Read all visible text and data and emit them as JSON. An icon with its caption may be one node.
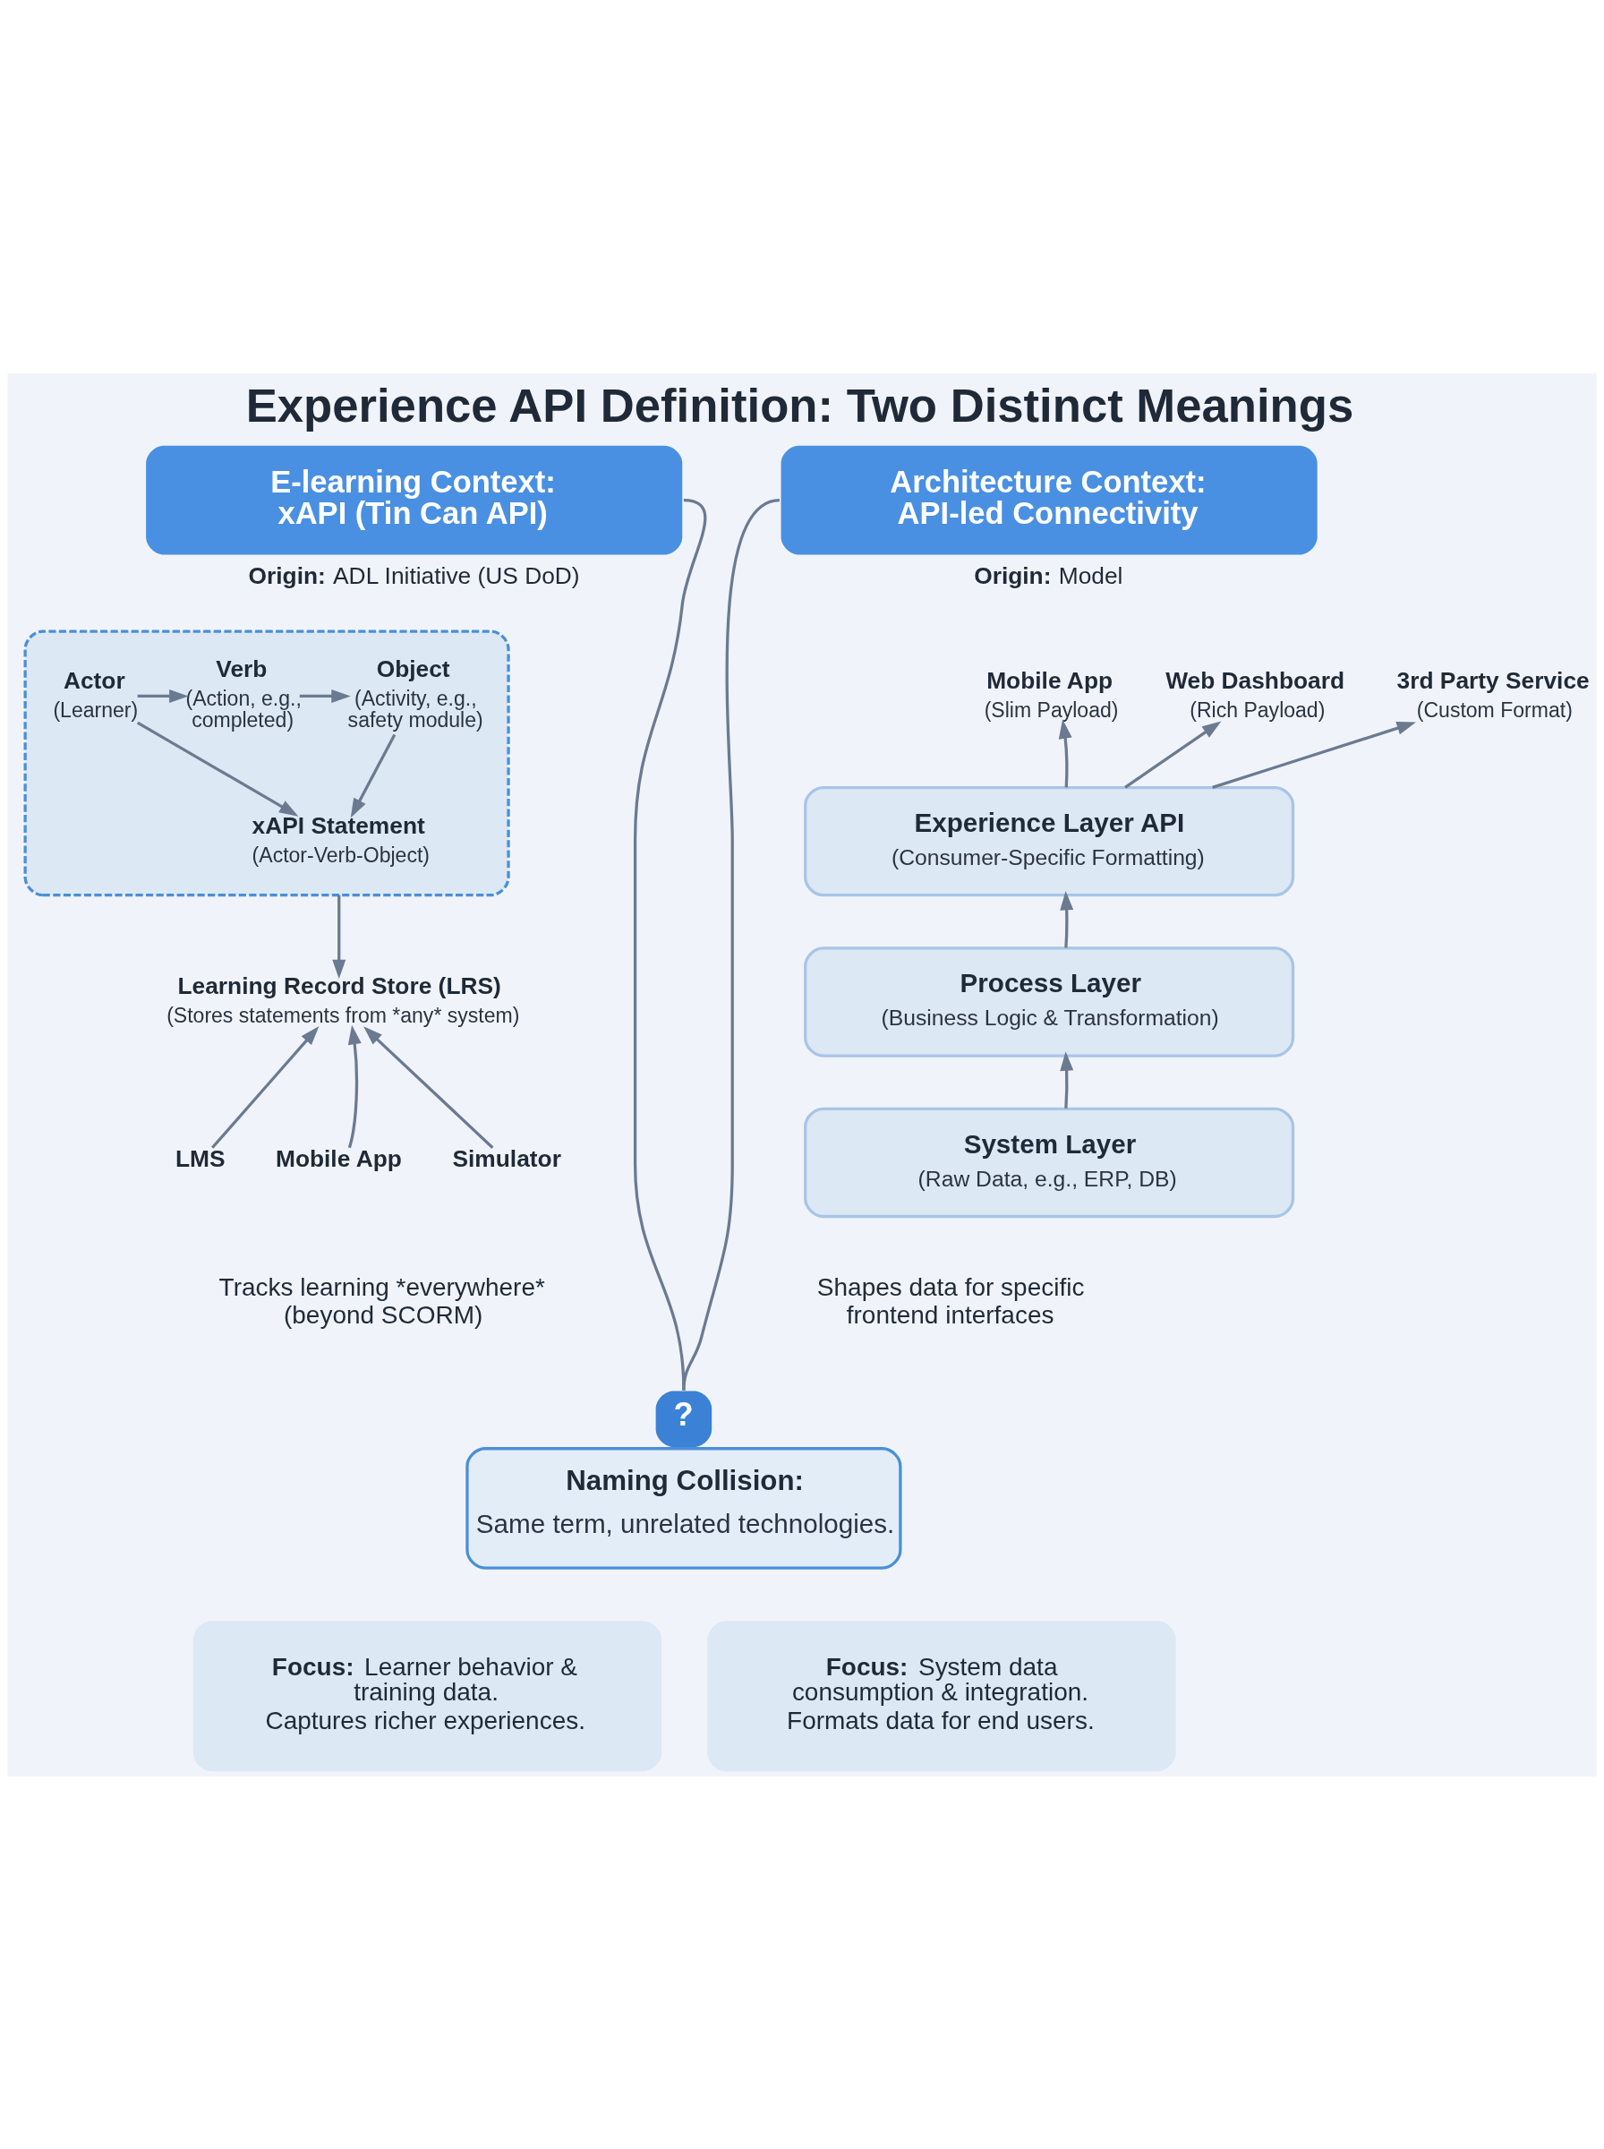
{
  "diagram": {
    "title": "Experience API Definition: Two Distinct Meanings",
    "nodes": [
      {
        "text": [
          "E-learning Context: xAPI (Tin Can API)"
        ],
        "beside": [
          "**Origin:** ADL Initiative (US DoD)"
        ]
      },
      {
        "text": [
          "Architecture Context: API-led Connectivity"
        ],
        "beside": [
          "**Origin:** Model"
        ]
      },
      {
        "text": [],
        "shape": "box"
      },
      {
        "text": [
          "Actor",
          "(Learner)"
        ],
        "in": 2
      },
      {
        "text": [
          "Verb",
          "(Action, e.g., completed)"
        ],
        "in": 2
      },
      {
        "text": [
          "Object",
          "(Activity, e.g., safety module)"
        ],
        "in": 2
      },
      {
        "text": [
          "xAPI Statement",
          "(Actor-Verb-Object)"
        ],
        "in": 2
      },
      {
        "text": [
          "Learning Record Store (LRS)",
          "(Stores statements from *any* system)"
        ]
      },
      {
        "text": [
          "LMS"
        ]
      },
      {
        "text": [
          "Mobile App"
        ]
      },
      {
        "text": [
          "Simulator"
        ]
      },
      {
        "text": [
          "Mobile App",
          "(Slim Payload)"
        ]
      },
      {
        "text": [
          "Web Dashboard",
          "(Rich Payload)"
        ]
      },
      {
        "text": [
          "3rd Party Service",
          "(Custom Format)"
        ]
      },
      {
        "text": [
          "Experience Layer API",
          "(Consumer-Specific Formatting)"
        ]
      },
      {
        "text": [
          "Process Layer",
          "(Business Logic & Transformation)"
        ]
      },
      {
        "text": [
          "System Layer",
          "(Raw Data, e.g., ERP, DB)"
        ]
      },
      {
        "text": [
          "?",
          "Naming Collision:",
          "Same term, unrelated technologies."
        ]
      },
      {
        "text": [
          "**Focus:** Learner behavior & training data.",
          "Captures richer experiences."
        ]
      },
      {
        "text": [
          "**Focus:** System data consumption & integration.",
          "Formats data for end users."
        ]
      }
    ],
    "edges": [
      {
        "from": 0,
        "to": 17,
        "arrow": "none"
      },
      {
        "from": 1,
        "to": 17,
        "arrow": "none"
      },
      {
        "from": 3,
        "to": 4,
        "arrow": "to"
      },
      {
        "from": 4,
        "to": 5,
        "arrow": "to"
      },
      {
        "from": 3,
        "to": 6,
        "arrow": "to"
      },
      {
        "from": 5,
        "to": 6,
        "arrow": "to"
      },
      {
        "from": 2,
        "to": 7,
        "arrow": "to"
      },
      {
        "from": 8,
        "to": 7,
        "arrow": "to"
      },
      {
        "from": 9,
        "to": 7,
        "arrow": "to"
      },
      {
        "from": 10,
        "to": 7,
        "arrow": "to"
      },
      {
        "from": 14,
        "to": 11,
        "arrow": "to"
      },
      {
        "from": 14,
        "to": 12,
        "arrow": "to"
      },
      {
        "from": 14,
        "to": 13,
        "arrow": "to"
      },
      {
        "from": 15,
        "to": 14,
        "arrow": "to"
      },
      {
        "from": 16,
        "to": 15,
        "arrow": "to"
      }
    ],
    "labels": [
      "Tracks learning *everywhere* (beyond SCORM)",
      "Shapes data for specific frontend interfaces"
    ]
  }
}
